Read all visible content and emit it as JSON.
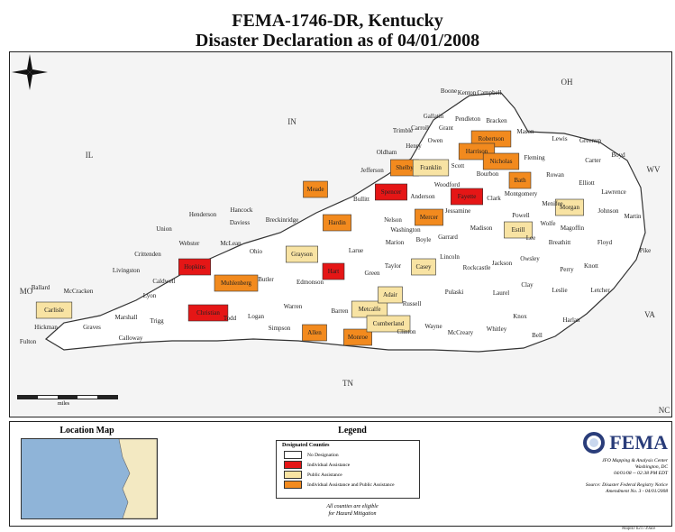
{
  "title": {
    "line1": "FEMA-1746-DR, Kentucky",
    "line2": "Disaster Declaration as of 04/01/2008"
  },
  "states": [
    {
      "name": "IL"
    },
    {
      "name": "IN"
    },
    {
      "name": "OH"
    },
    {
      "name": "WV"
    },
    {
      "name": "VA"
    },
    {
      "name": "TN"
    },
    {
      "name": "MO"
    },
    {
      "name": "NC"
    }
  ],
  "designation_colors": {
    "none": "#ffffff",
    "ia": "#e51616",
    "pa": "#f8e3a3",
    "ia_pa": "#f28a1e"
  },
  "counties": [
    {
      "name": "Boone",
      "designation": "none"
    },
    {
      "name": "Kenton",
      "designation": "none"
    },
    {
      "name": "Campbell",
      "designation": "none"
    },
    {
      "name": "Gallatin",
      "designation": "none"
    },
    {
      "name": "Carroll",
      "designation": "none"
    },
    {
      "name": "Grant",
      "designation": "none"
    },
    {
      "name": "Pendleton",
      "designation": "none"
    },
    {
      "name": "Bracken",
      "designation": "none"
    },
    {
      "name": "Mason",
      "designation": "none"
    },
    {
      "name": "Trimble",
      "designation": "none"
    },
    {
      "name": "Owen",
      "designation": "none"
    },
    {
      "name": "Henry",
      "designation": "none"
    },
    {
      "name": "Oldham",
      "designation": "none"
    },
    {
      "name": "Robertson",
      "designation": "ia_pa"
    },
    {
      "name": "Harrison",
      "designation": "ia_pa"
    },
    {
      "name": "Nicholas",
      "designation": "ia_pa"
    },
    {
      "name": "Fleming",
      "designation": "none"
    },
    {
      "name": "Lewis",
      "designation": "none"
    },
    {
      "name": "Greenup",
      "designation": "none"
    },
    {
      "name": "Carter",
      "designation": "none"
    },
    {
      "name": "Boyd",
      "designation": "none"
    },
    {
      "name": "Jefferson",
      "designation": "none"
    },
    {
      "name": "Shelby",
      "designation": "ia_pa"
    },
    {
      "name": "Franklin",
      "designation": "pa"
    },
    {
      "name": "Scott",
      "designation": "none"
    },
    {
      "name": "Bourbon",
      "designation": "none"
    },
    {
      "name": "Bath",
      "designation": "ia_pa"
    },
    {
      "name": "Rowan",
      "designation": "none"
    },
    {
      "name": "Elliott",
      "designation": "none"
    },
    {
      "name": "Lawrence",
      "designation": "none"
    },
    {
      "name": "Woodford",
      "designation": "none"
    },
    {
      "name": "Spencer",
      "designation": "ia"
    },
    {
      "name": "Anderson",
      "designation": "none"
    },
    {
      "name": "Fayette",
      "designation": "ia"
    },
    {
      "name": "Clark",
      "designation": "none"
    },
    {
      "name": "Montgomery",
      "designation": "none"
    },
    {
      "name": "Menifee",
      "designation": "none"
    },
    {
      "name": "Morgan",
      "designation": "pa"
    },
    {
      "name": "Johnson",
      "designation": "none"
    },
    {
      "name": "Martin",
      "designation": "none"
    },
    {
      "name": "Meade",
      "designation": "ia_pa"
    },
    {
      "name": "Bullitt",
      "designation": "none"
    },
    {
      "name": "Jessamine",
      "designation": "none"
    },
    {
      "name": "Hancock",
      "designation": "none"
    },
    {
      "name": "Breckinridge",
      "designation": "none"
    },
    {
      "name": "Hardin",
      "designation": "ia_pa"
    },
    {
      "name": "Nelson",
      "designation": "none"
    },
    {
      "name": "Mercer",
      "designation": "ia_pa"
    },
    {
      "name": "Madison",
      "designation": "none"
    },
    {
      "name": "Powell",
      "designation": "none"
    },
    {
      "name": "Wolfe",
      "designation": "none"
    },
    {
      "name": "Magoffin",
      "designation": "none"
    },
    {
      "name": "Floyd",
      "designation": "none"
    },
    {
      "name": "Pike",
      "designation": "none"
    },
    {
      "name": "Henderson",
      "designation": "none"
    },
    {
      "name": "Daviess",
      "designation": "none"
    },
    {
      "name": "Washington",
      "designation": "none"
    },
    {
      "name": "Boyle",
      "designation": "none"
    },
    {
      "name": "Garrard",
      "designation": "none"
    },
    {
      "name": "Estill",
      "designation": "pa"
    },
    {
      "name": "Lee",
      "designation": "none"
    },
    {
      "name": "Breathitt",
      "designation": "none"
    },
    {
      "name": "Knott",
      "designation": "none"
    },
    {
      "name": "Union",
      "designation": "none"
    },
    {
      "name": "Webster",
      "designation": "none"
    },
    {
      "name": "McLean",
      "designation": "none"
    },
    {
      "name": "Ohio",
      "designation": "none"
    },
    {
      "name": "Grayson",
      "designation": "pa"
    },
    {
      "name": "Larue",
      "designation": "none"
    },
    {
      "name": "Marion",
      "designation": "none"
    },
    {
      "name": "Lincoln",
      "designation": "none"
    },
    {
      "name": "Jackson",
      "designation": "none"
    },
    {
      "name": "Owsley",
      "designation": "none"
    },
    {
      "name": "Perry",
      "designation": "none"
    },
    {
      "name": "Letcher",
      "designation": "none"
    },
    {
      "name": "Crittenden",
      "designation": "none"
    },
    {
      "name": "Hopkins",
      "designation": "ia"
    },
    {
      "name": "Livingston",
      "designation": "none"
    },
    {
      "name": "Muhlenberg",
      "designation": "ia_pa"
    },
    {
      "name": "Butler",
      "designation": "none"
    },
    {
      "name": "Edmonson",
      "designation": "none"
    },
    {
      "name": "Hart",
      "designation": "ia"
    },
    {
      "name": "Green",
      "designation": "none"
    },
    {
      "name": "Taylor",
      "designation": "none"
    },
    {
      "name": "Casey",
      "designation": "pa"
    },
    {
      "name": "Rockcastle",
      "designation": "none"
    },
    {
      "name": "Clay",
      "designation": "none"
    },
    {
      "name": "Leslie",
      "designation": "none"
    },
    {
      "name": "Ballard",
      "designation": "none"
    },
    {
      "name": "McCracken",
      "designation": "none"
    },
    {
      "name": "Caldwell",
      "designation": "none"
    },
    {
      "name": "Lyon",
      "designation": "none"
    },
    {
      "name": "Christian",
      "designation": "ia"
    },
    {
      "name": "Todd",
      "designation": "none"
    },
    {
      "name": "Logan",
      "designation": "none"
    },
    {
      "name": "Warren",
      "designation": "none"
    },
    {
      "name": "Barren",
      "designation": "none"
    },
    {
      "name": "Metcalfe",
      "designation": "pa"
    },
    {
      "name": "Adair",
      "designation": "pa"
    },
    {
      "name": "Russell",
      "designation": "none"
    },
    {
      "name": "Pulaski",
      "designation": "none"
    },
    {
      "name": "Laurel",
      "designation": "none"
    },
    {
      "name": "Knox",
      "designation": "none"
    },
    {
      "name": "Bell",
      "designation": "none"
    },
    {
      "name": "Harlan",
      "designation": "none"
    },
    {
      "name": "Carlisle",
      "designation": "pa"
    },
    {
      "name": "Hickman",
      "designation": "none"
    },
    {
      "name": "Graves",
      "designation": "none"
    },
    {
      "name": "Marshall",
      "designation": "none"
    },
    {
      "name": "Trigg",
      "designation": "none"
    },
    {
      "name": "Calloway",
      "designation": "none"
    },
    {
      "name": "Simpson",
      "designation": "none"
    },
    {
      "name": "Allen",
      "designation": "ia_pa"
    },
    {
      "name": "Monroe",
      "designation": "ia_pa"
    },
    {
      "name": "Cumberland",
      "designation": "pa"
    },
    {
      "name": "Clinton",
      "designation": "none"
    },
    {
      "name": "Wayne",
      "designation": "none"
    },
    {
      "name": "McCreary",
      "designation": "none"
    },
    {
      "name": "Whitley",
      "designation": "none"
    },
    {
      "name": "Fulton",
      "designation": "none"
    }
  ],
  "scale": {
    "unit": "miles"
  },
  "location_map": {
    "title": "Location Map"
  },
  "legend": {
    "title": "Legend",
    "box_title": "Designated Counties",
    "items": [
      {
        "label": "No Designation",
        "color": "#ffffff"
      },
      {
        "label": "Individual Assistance",
        "color": "#e51616"
      },
      {
        "label": "Public Assistance",
        "color": "#f8e3a3"
      },
      {
        "label": "Individual Assistance and Public Assistance",
        "color": "#f28a1e"
      }
    ],
    "note_line1": "All counties are eligible",
    "note_line2": "for Hazard Mitigation"
  },
  "fema": {
    "logo_text": "FEMA",
    "credit1": "JFO Mapping & Analysis Center",
    "credit2": "Washington, DC",
    "credit3": "04/01/08 -- 02:38 PM EDT",
    "source1": "Source: Disaster Federal Registry Notice",
    "source2": "Amendment No. 3 - 04/01/2008"
  },
  "map_id": "MapID b21739ace"
}
